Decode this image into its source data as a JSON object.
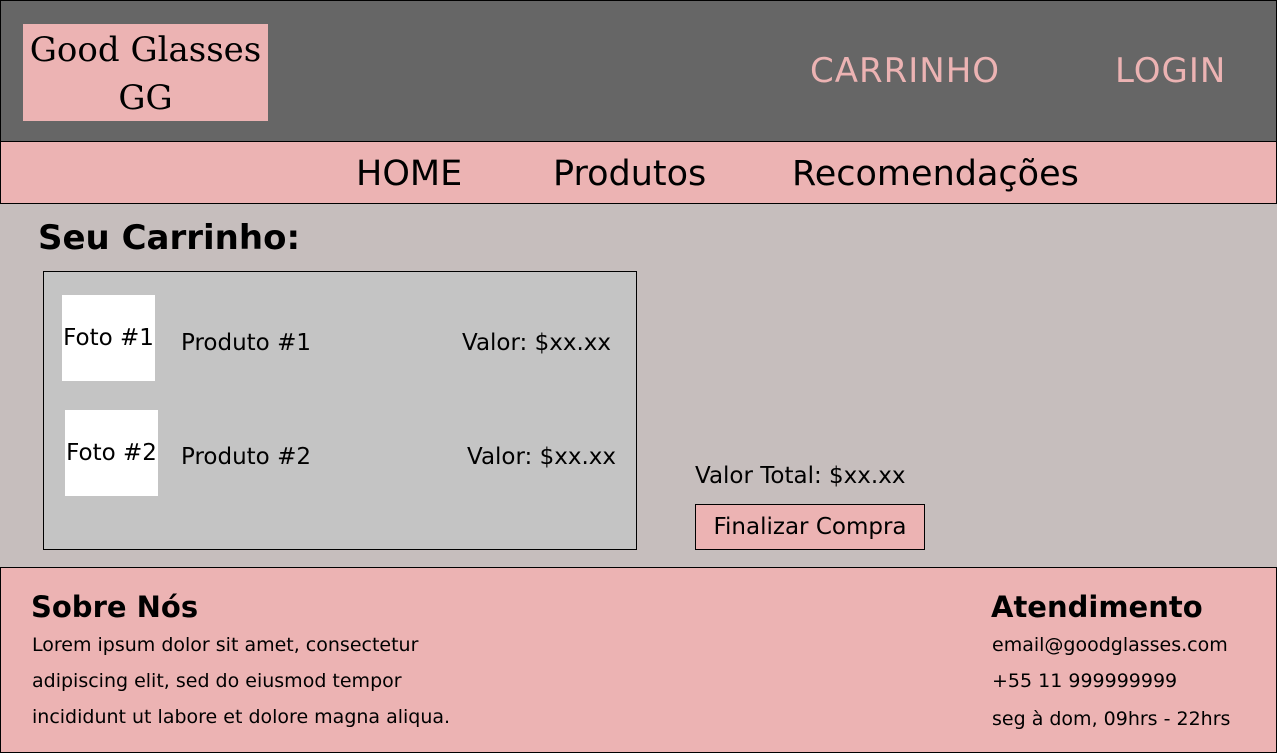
{
  "header": {
    "logo_line1": "Good Glasses",
    "logo_line2": "GG",
    "cart_link": "CARRINHO",
    "login_link": "LOGIN"
  },
  "nav": {
    "items": [
      {
        "label": "HOME"
      },
      {
        "label": "Produtos"
      },
      {
        "label": "Recomendações"
      }
    ]
  },
  "cart": {
    "title": "Seu Carrinho:",
    "items": [
      {
        "photo": "Foto #1",
        "name": "Produto #1",
        "value": "Valor: $xx.xx"
      },
      {
        "photo": "Foto #2",
        "name": "Produto #2",
        "value": "Valor: $xx.xx"
      }
    ],
    "total": "Valor Total: $xx.xx",
    "checkout_label": "Finalizar Compra"
  },
  "footer": {
    "about": {
      "title": "Sobre Nós",
      "lines": [
        "Lorem ipsum dolor sit amet, consectetur",
        "adipiscing elit, sed do eiusmod tempor",
        "incididunt ut labore et dolore magna aliqua."
      ]
    },
    "contact": {
      "title": "Atendimento",
      "lines": [
        "email@goodglasses.com",
        "+55 11 999999999",
        "seg à dom, 09hrs - 22hrs"
      ]
    }
  },
  "colors": {
    "header_bg": "#666666",
    "accent_pink": "#ecb3b3",
    "page_bg": "#c6bebd",
    "cart_box_bg": "#c4c4c4"
  }
}
